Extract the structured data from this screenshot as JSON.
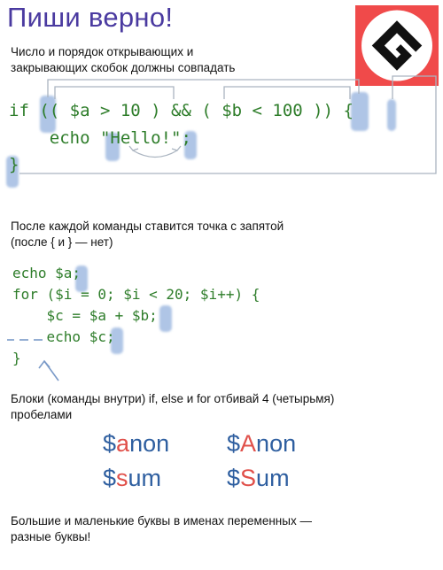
{
  "title": "Пиши верно!",
  "logo_icon": "gamepad-g-logo",
  "section1": {
    "text_line1": "Число и порядок открывающих и",
    "text_line2": "закрывающих скобок должны совпадать",
    "code_line1": "if (( $a > 10 ) && ( $b < 100 )) {",
    "code_line2": "    echo \"Hello!\";",
    "code_line3": "}"
  },
  "section2": {
    "text_line1": "После каждой команды ставится точка с запятой",
    "text_line2": "(после { и }  — нет)",
    "code_lines": [
      "echo $a;",
      "for ($i = 0; $i < 20; $i++) {",
      "    $c = $a + $b;",
      "    echo $c;",
      "}"
    ]
  },
  "section3": {
    "text_line1": "Блоки (команды внутри) if, else и for отбивай 4 (четырьмя)",
    "text_line2": "пробелами",
    "var1_prefix": "$",
    "var1_letter": "a",
    "var1_rest": "non",
    "var2_prefix": "$",
    "var2_letter": "A",
    "var2_rest": "non",
    "var3_prefix": "$",
    "var3_letter": "s",
    "var3_rest": "um",
    "var4_prefix": "$",
    "var4_letter": "S",
    "var4_rest": "um"
  },
  "section4": {
    "text_line1": "Большие и маленькие буквы в именах переменных —",
    "text_line2": "разные буквы!"
  },
  "colors": {
    "title": "#4a3aa0",
    "code": "#2e7d2a",
    "highlight": "#6e96d2",
    "variable": "#2f5fa0",
    "variable_accent": "#e0504a",
    "logo_bg": "#f04a4a"
  }
}
